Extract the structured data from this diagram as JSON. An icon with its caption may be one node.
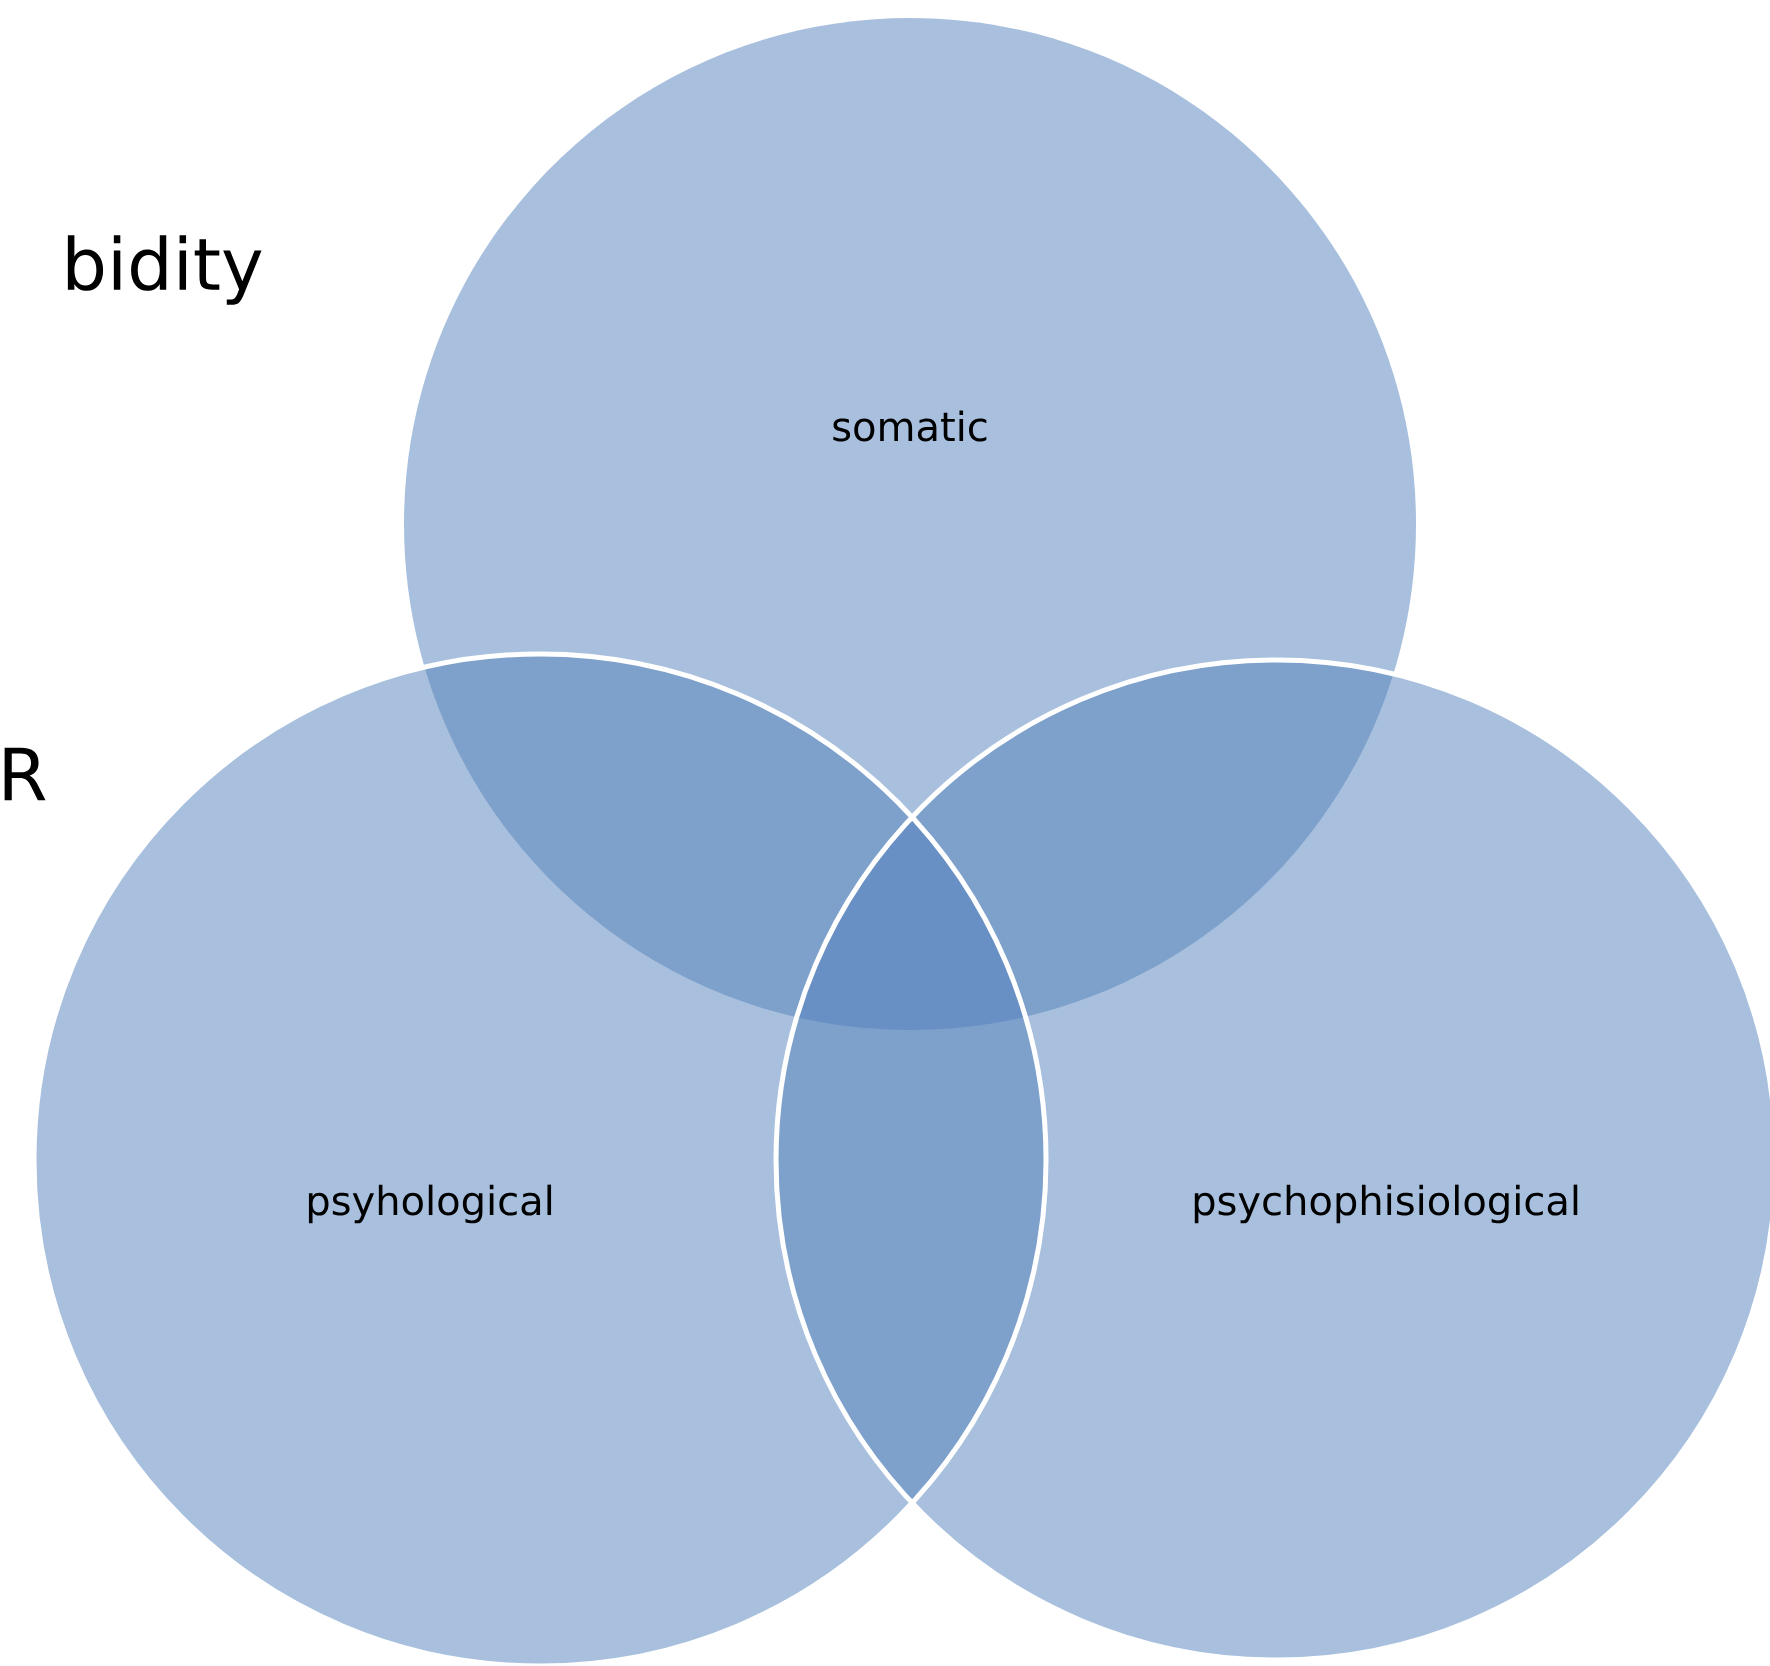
{
  "diagram": {
    "nodes": [
      {
        "text": [
          "somatic"
        ]
      },
      {
        "text": [
          "psyhological"
        ]
      },
      {
        "text": [
          "psychophisiological"
        ]
      }
    ],
    "labels": [
      "bidity",
      "R"
    ]
  }
}
